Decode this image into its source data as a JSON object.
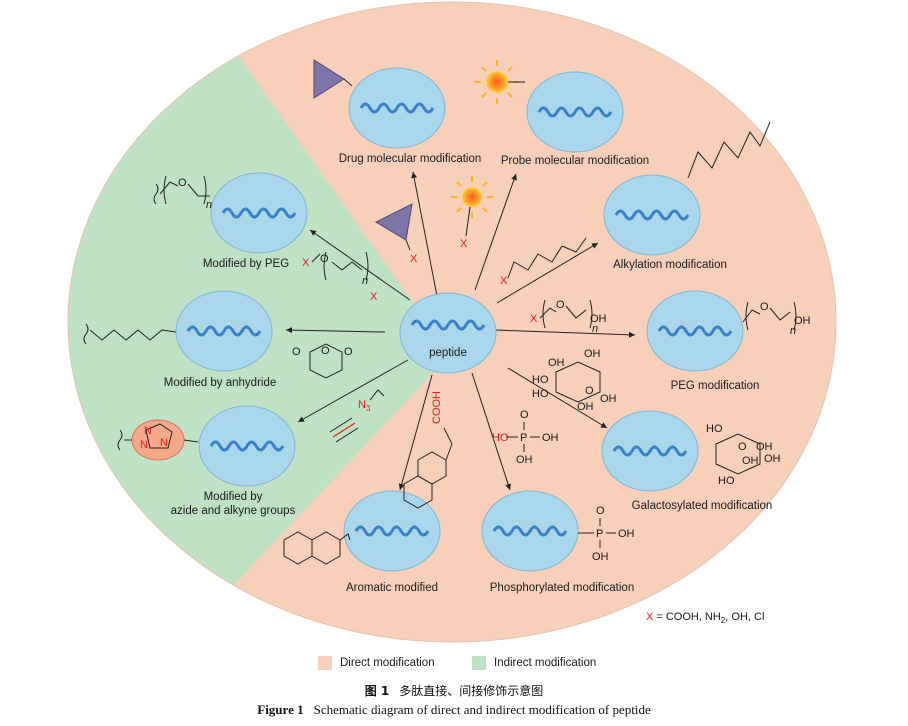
{
  "colors": {
    "direct": "#f8cfb8",
    "indirect": "#bfe2c5",
    "peptide_fill": "#a9d6ea",
    "peptide_edge": "#7bb8d6",
    "wave": "#3a80c8",
    "red": "#e0201b",
    "drug": "#7e75a8"
  },
  "labels": {
    "center": "peptide",
    "drug": "Drug molecular modification",
    "probe": "Probe molecular modification",
    "alkylation": "Alkylation modification",
    "peg": "PEG modification",
    "galactosylated": "Galactosylated modification",
    "phosphorylated": "Phosphorylated modification",
    "aromatic": "Aromatic modified",
    "azide_line1": "Modified by",
    "azide_line2": "azide and alkyne groups",
    "anhydride": "Modified by anhydride",
    "by_peg": "Modified by PEG"
  },
  "chem": {
    "x": "X",
    "o": "O",
    "oh": "OH",
    "ho": "HO",
    "n": "n",
    "n3": "N",
    "n3_sub": "3",
    "n_ring": "N",
    "p": "P",
    "hop": "HO—P—OH",
    "cooh": "COOH"
  },
  "note": {
    "prefix": "X",
    "eq": "= COOH, NH",
    "sub": "2",
    "rest": ", OH, Cl"
  },
  "legend": {
    "direct": "Direct modification",
    "indirect": "Indirect modification"
  },
  "caption": {
    "cn_num": "图 1",
    "cn_text": "多肽直接、间接修饰示意图",
    "en_num": "Figure 1",
    "en_text": "Schematic diagram of direct and indirect modification of peptide"
  }
}
